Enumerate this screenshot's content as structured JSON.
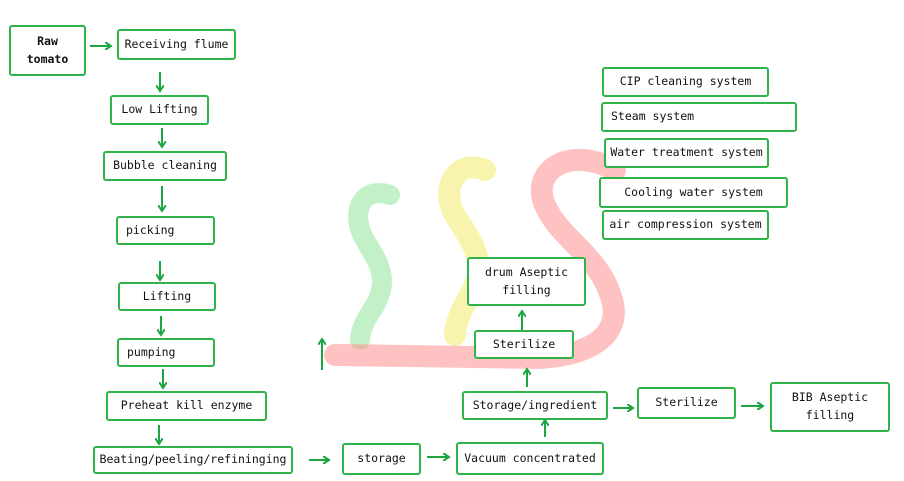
{
  "colors": {
    "box_border": "#2fb34a",
    "arrow": "#1aa640",
    "watermark_green": "#8fe69a",
    "watermark_yellow": "#f6f08a",
    "watermark_red": "#ff8f8f"
  },
  "nodes": {
    "raw_tomato": "Raw\ntomato",
    "receiving_flume": "Receiving flume",
    "low_lifting": "Low Lifting",
    "bubble_cleaning": "Bubble cleaning",
    "picking": "picking",
    "lifting": "Lifting",
    "pumping": "pumping",
    "preheat": "Preheat kill enzyme",
    "beating": "Beating/peeling/refininging",
    "storage": "storage",
    "vacuum": "Vacuum concentrated",
    "storage_ingredient": "Storage/ingredient",
    "sterilize_top": "Sterilize",
    "drum_filling": "drum Aseptic\nfilling",
    "sterilize_right": "Sterilize",
    "bib_filling": "BIB Aseptic\nfilling"
  },
  "systems": {
    "cip": "CIP cleaning system",
    "steam": "Steam system",
    "water": "Water treatment system",
    "cooling": "Cooling water system",
    "air": "air compression system"
  }
}
